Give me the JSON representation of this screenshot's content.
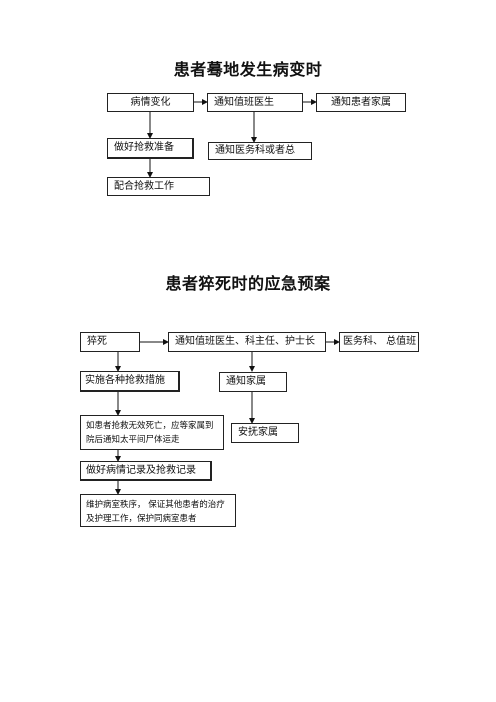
{
  "diagram1": {
    "title": "患者蓦地发生病变时",
    "nodes": {
      "change": "病情变化",
      "notify_doctor": "通知值班医生",
      "notify_family": "通知患者家属",
      "prepare_rescue": "做好抢救准备",
      "notify_admin": "通知医务科或者总",
      "assist_rescue": "配合抢救工作"
    }
  },
  "diagram2": {
    "title": "患者猝死时的应急预案",
    "nodes": {
      "sudden_death": "猝死",
      "notify_staff": "通知值班医生、科主任、护士长",
      "medical_dept": "医务科、 总值班",
      "rescue_measures": "实施各种抢救措施",
      "notify_relatives": "通知家属",
      "if_failed": "如患者抢救无效死亡，应等家属到院后通知太平间尸体运走",
      "comfort_family": "安抚家属",
      "records": "做好病情记录及抢救记录",
      "maintain_order": "维护病室秩序， 保证其他患者的治疗及护理工作，保护同病室患者"
    }
  }
}
